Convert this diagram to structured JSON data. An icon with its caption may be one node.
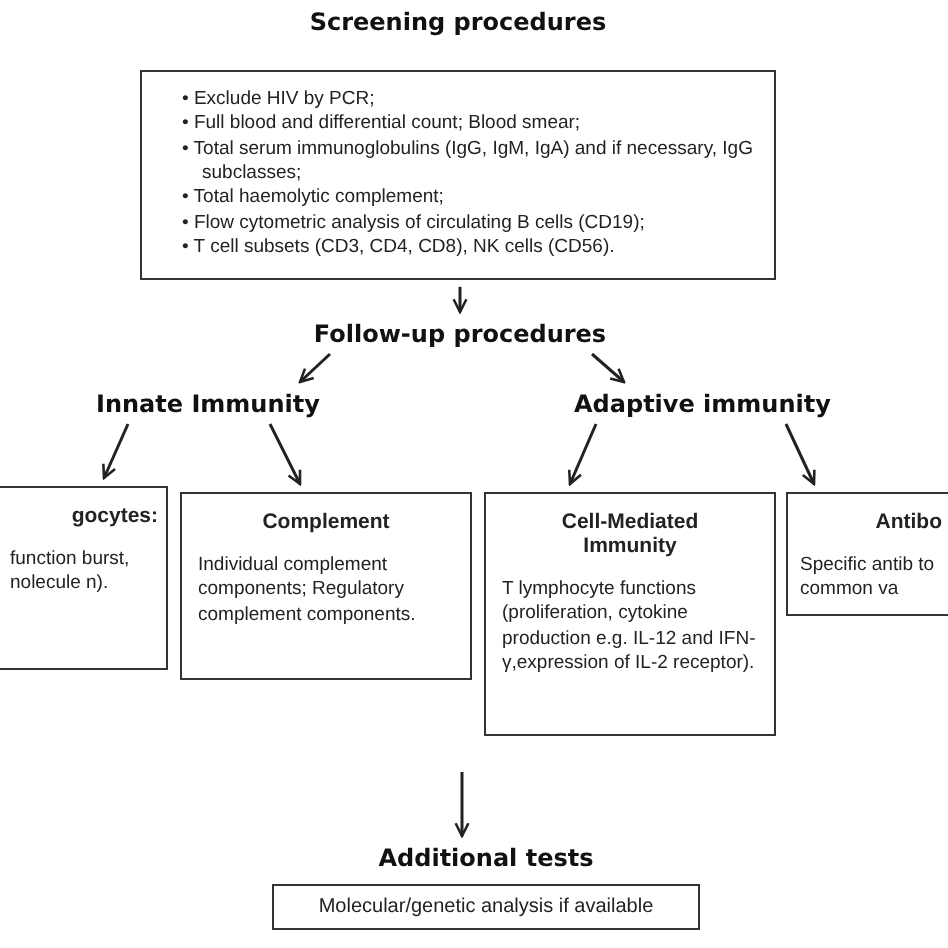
{
  "diagram": {
    "nodes": [
      {
        "text": [
          "Screening procedures",
          "• Exclude HIV by PCR;",
          "• Full blood and differential count; Blood smear;",
          "• Total serum immunoglobulins (IgG, IgM, IgA) and if necessary, IgG subclasses;",
          "• Total haemolytic complement;",
          "• Flow cytometric analysis of circulating B cells (CD19);",
          "• T cell subsets (CD3, CD4, CD8), NK cells (CD56)."
        ]
      },
      {
        "text": [
          "Follow-up procedures"
        ]
      },
      {
        "text": [
          "Innate Immunity"
        ]
      },
      {
        "text": [
          "Adaptive immunity"
        ]
      },
      {
        "text": [
          "gocytes:",
          "function burst, nolecule n)."
        ]
      },
      {
        "text": [
          "Complement",
          "Individual complement components; Regulatory complement components."
        ]
      },
      {
        "text": [
          "Cell-Mediated Immunity",
          "T lymphocyte functions (proliferation, cytokine production e.g. IL-12 and IFN-γ,expression of IL-2 receptor)."
        ]
      },
      {
        "text": [
          "Antibo",
          "Specific antib to common va"
        ]
      },
      {
        "text": [
          "Additional tests",
          "Molecular/genetic analysis if available"
        ]
      }
    ],
    "edges": [
      {
        "from": 0,
        "to": 1,
        "arrow": "to"
      },
      {
        "from": 1,
        "to": 2,
        "arrow": "to"
      },
      {
        "from": 1,
        "to": 3,
        "arrow": "to"
      },
      {
        "from": 2,
        "to": 4,
        "arrow": "to"
      },
      {
        "from": 2,
        "to": 5,
        "arrow": "to"
      },
      {
        "from": 3,
        "to": 6,
        "arrow": "to"
      },
      {
        "from": 3,
        "to": 7,
        "arrow": "to"
      },
      {
        "from": null,
        "to": 8,
        "arrow": "to"
      }
    ]
  }
}
